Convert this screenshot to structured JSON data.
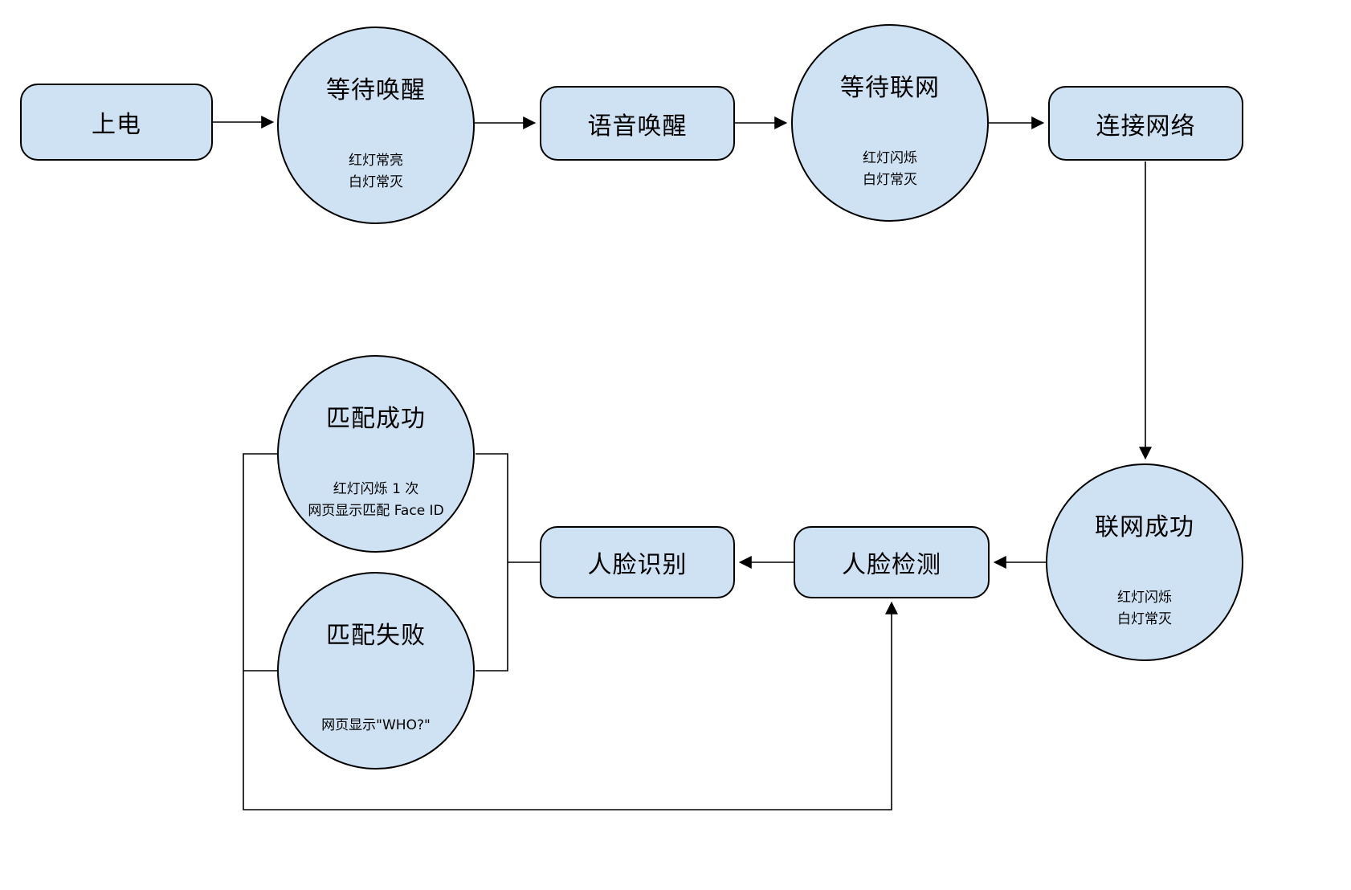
{
  "diagram": {
    "node_fill": "#cfe2f3",
    "node_border": "#000000",
    "edge_color": "#000000",
    "nodes": {
      "power_on": {
        "label": "上电"
      },
      "wait_wake": {
        "label": "等待唤醒",
        "sub": [
          "红灯常亮",
          "白灯常灭"
        ]
      },
      "voice_wake": {
        "label": "语音唤醒"
      },
      "wait_network": {
        "label": "等待联网",
        "sub": [
          "红灯闪烁",
          "白灯常灭"
        ]
      },
      "connect_network": {
        "label": "连接网络"
      },
      "network_success": {
        "label": "联网成功",
        "sub": [
          "红灯闪烁",
          "白灯常灭"
        ]
      },
      "face_detect": {
        "label": "人脸检测"
      },
      "face_recognize": {
        "label": "人脸识别"
      },
      "match_success": {
        "label": "匹配成功",
        "sub": [
          "红灯闪烁 1 次",
          "网页显示匹配 Face ID"
        ]
      },
      "match_fail": {
        "label": "匹配失败",
        "sub": [
          "网页显示\"WHO?\""
        ]
      }
    },
    "edges": [
      {
        "from": "power_on",
        "to": "wait_wake",
        "arrow": true
      },
      {
        "from": "wait_wake",
        "to": "voice_wake",
        "arrow": true
      },
      {
        "from": "voice_wake",
        "to": "wait_network",
        "arrow": true
      },
      {
        "from": "wait_network",
        "to": "connect_network",
        "arrow": true
      },
      {
        "from": "connect_network",
        "to": "network_success",
        "arrow": true
      },
      {
        "from": "network_success",
        "to": "face_detect",
        "arrow": true
      },
      {
        "from": "face_detect",
        "to": "face_recognize",
        "arrow": true
      },
      {
        "from": "face_recognize",
        "to": "match_success",
        "arrow": false
      },
      {
        "from": "face_recognize",
        "to": "match_fail",
        "arrow": false
      },
      {
        "from": "match_success",
        "to": "face_detect",
        "arrow": true
      },
      {
        "from": "match_fail",
        "to": "face_detect",
        "arrow": true
      }
    ]
  }
}
